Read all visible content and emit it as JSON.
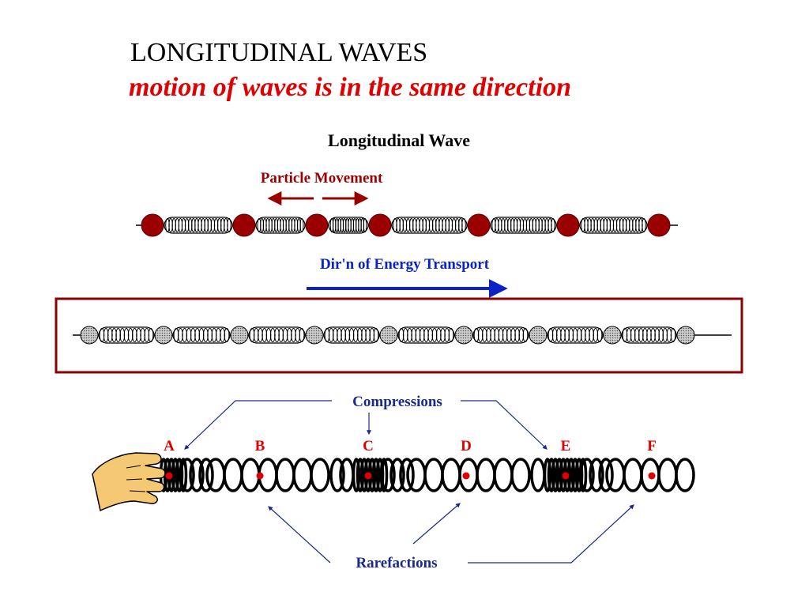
{
  "slide": {
    "title": "LONGITUDINAL WAVES",
    "subtitle": "motion of waves is in the same direction"
  },
  "figure1": {
    "heading": "Longitudinal Wave",
    "particle_label": "Particle Movement",
    "energy_label": "Dir'n of Energy Transport",
    "colors": {
      "particle": "#9b0000",
      "energy": "#0a22c8",
      "frame": "#8b0000"
    }
  },
  "figure2": {
    "compressions_label": "Compressions",
    "rarefactions_label": "Rarefactions",
    "points": [
      "A",
      "B",
      "C",
      "D",
      "E",
      "F"
    ],
    "colors": {
      "points": "#e00000",
      "labels": "#1a2a8c"
    }
  }
}
